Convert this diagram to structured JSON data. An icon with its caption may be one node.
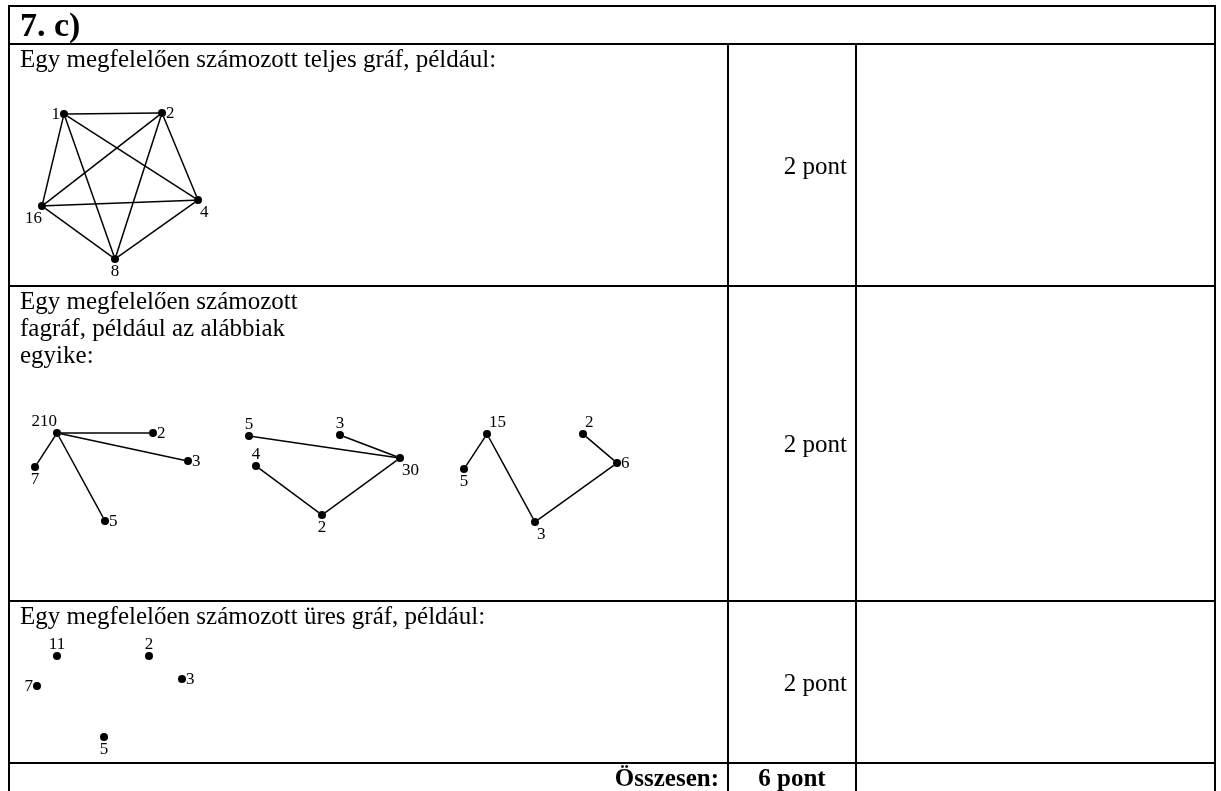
{
  "diagram": {
    "title": "7. c)",
    "nodes": [
      {
        "text": [
          "1"
        ]
      },
      {
        "text": [
          "2"
        ]
      },
      {
        "text": [
          "16"
        ]
      },
      {
        "text": [
          "4"
        ]
      },
      {
        "text": [
          "8"
        ]
      },
      {
        "text": [
          "210"
        ]
      },
      {
        "text": [
          "2"
        ]
      },
      {
        "text": [
          "7"
        ]
      },
      {
        "text": [
          "3"
        ]
      },
      {
        "text": [
          "5"
        ]
      },
      {
        "text": [
          "5"
        ]
      },
      {
        "text": [
          "3"
        ]
      },
      {
        "text": [
          "4"
        ]
      },
      {
        "text": [
          "30"
        ]
      },
      {
        "text": [
          "2"
        ]
      },
      {
        "text": [
          "15"
        ]
      },
      {
        "text": [
          "2"
        ]
      },
      {
        "text": [
          "5"
        ]
      },
      {
        "text": [
          "6"
        ]
      },
      {
        "text": [
          "3"
        ]
      },
      {
        "text": [
          "11"
        ]
      },
      {
        "text": [
          "2"
        ]
      },
      {
        "text": [
          "7"
        ]
      },
      {
        "text": [
          "3"
        ]
      },
      {
        "text": [
          "5"
        ]
      }
    ],
    "edges": [
      {
        "from": 0,
        "to": 1,
        "arrow": "none"
      },
      {
        "from": 0,
        "to": 2,
        "arrow": "none"
      },
      {
        "from": 0,
        "to": 3,
        "arrow": "none"
      },
      {
        "from": 0,
        "to": 4,
        "arrow": "none"
      },
      {
        "from": 1,
        "to": 2,
        "arrow": "none"
      },
      {
        "from": 1,
        "to": 3,
        "arrow": "none"
      },
      {
        "from": 1,
        "to": 4,
        "arrow": "none"
      },
      {
        "from": 2,
        "to": 3,
        "arrow": "none"
      },
      {
        "from": 2,
        "to": 4,
        "arrow": "none"
      },
      {
        "from": 3,
        "to": 4,
        "arrow": "none"
      },
      {
        "from": 5,
        "to": 6,
        "arrow": "none"
      },
      {
        "from": 5,
        "to": 7,
        "arrow": "none"
      },
      {
        "from": 5,
        "to": 8,
        "arrow": "none"
      },
      {
        "from": 5,
        "to": 9,
        "arrow": "none"
      },
      {
        "from": 10,
        "to": 13,
        "arrow": "none"
      },
      {
        "from": 11,
        "to": 13,
        "arrow": "none"
      },
      {
        "from": 12,
        "to": 14,
        "arrow": "none"
      },
      {
        "from": 14,
        "to": 13,
        "arrow": "none"
      },
      {
        "from": 15,
        "to": 17,
        "arrow": "none"
      },
      {
        "from": 15,
        "to": 19,
        "arrow": "none"
      },
      {
        "from": 19,
        "to": 18,
        "arrow": "none"
      },
      {
        "from": 18,
        "to": 16,
        "arrow": "none"
      }
    ],
    "labels": [
      "Egy megfelelően számozott teljes gráf, például:",
      "2 pont",
      "Egy megfelelően számozott fagráf, például az alábbiak egyike:",
      "2 pont",
      "Egy megfelelően számozott üres gráf, például:",
      "2 pont",
      "Összesen:",
      "6 pont"
    ]
  }
}
